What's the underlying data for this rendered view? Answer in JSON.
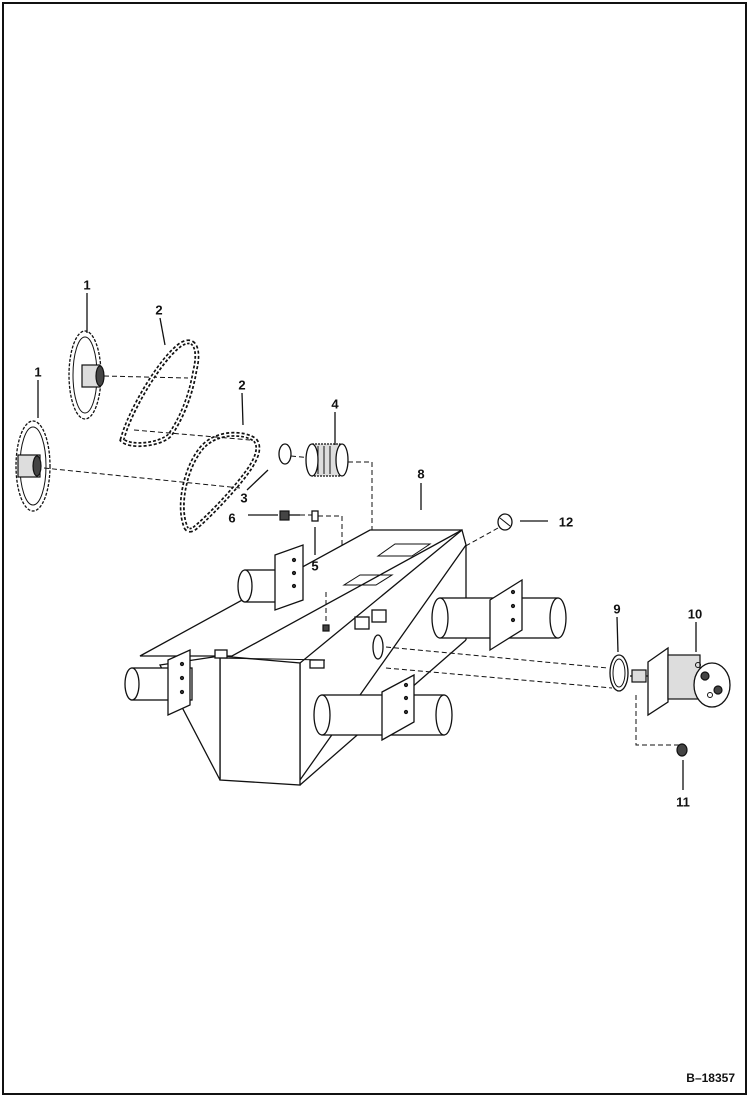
{
  "figure_code": "B–18357",
  "callouts": [
    {
      "id": "1a",
      "text": "1"
    },
    {
      "id": "1b",
      "text": "1"
    },
    {
      "id": "2a",
      "text": "2"
    },
    {
      "id": "2b",
      "text": "2"
    },
    {
      "id": "3",
      "text": "3"
    },
    {
      "id": "4",
      "text": "4"
    },
    {
      "id": "5",
      "text": "5"
    },
    {
      "id": "6",
      "text": "6"
    },
    {
      "id": "8",
      "text": "8"
    },
    {
      "id": "9",
      "text": "9"
    },
    {
      "id": "10",
      "text": "10"
    },
    {
      "id": "11",
      "text": "11"
    },
    {
      "id": "12",
      "text": "12"
    }
  ],
  "line_color": "#111111",
  "background": "#ffffff"
}
